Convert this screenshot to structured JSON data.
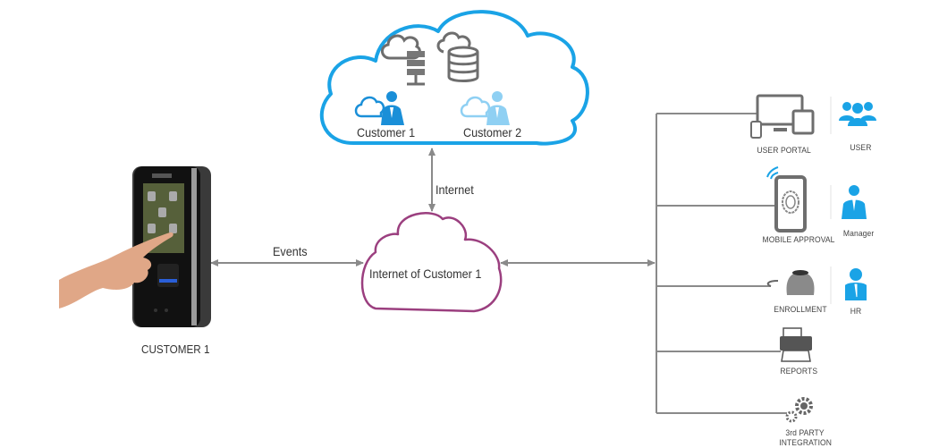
{
  "diagram": {
    "cloud_top": {
      "icons": [
        "server-cloud-icon",
        "database-cloud-icon"
      ],
      "customers": [
        {
          "label": "Customer 1",
          "icon": "customer-cloud-icon",
          "color": "#1a8fd8"
        },
        {
          "label": "Customer 2",
          "icon": "customer-cloud-icon",
          "color": "#8fd0f3"
        }
      ],
      "border_color": "#1aa3e6"
    },
    "link_internet_label": "Internet",
    "link_events_label": "Events",
    "cloud_center": {
      "label": "Internet of Customer 1",
      "border_color": "#9b3f7f"
    },
    "device": {
      "label": "CUSTOMER 1",
      "icon": "biometric-terminal-icon"
    },
    "outputs": [
      {
        "label": "USER PORTAL",
        "icon": "devices-icon"
      },
      {
        "label": "MOBILE APPROVAL",
        "icon": "mobile-fingerprint-icon"
      },
      {
        "label": "ENROLLMENT",
        "icon": "fingerprint-scanner-icon"
      },
      {
        "label": "REPORTS",
        "icon": "printer-icon"
      },
      {
        "label": "3rd PARTY",
        "label2": "INTEGRATION",
        "icon": "gears-icon"
      }
    ],
    "roles": [
      {
        "label": "USER",
        "icon": "users-group-icon"
      },
      {
        "label": "Manager",
        "icon": "manager-icon"
      },
      {
        "label": "HR",
        "icon": "hr-person-icon"
      }
    ],
    "colors": {
      "line": "#8a8a8a",
      "accent_blue": "#1aa3e6",
      "icon_gray": "#666666"
    }
  }
}
